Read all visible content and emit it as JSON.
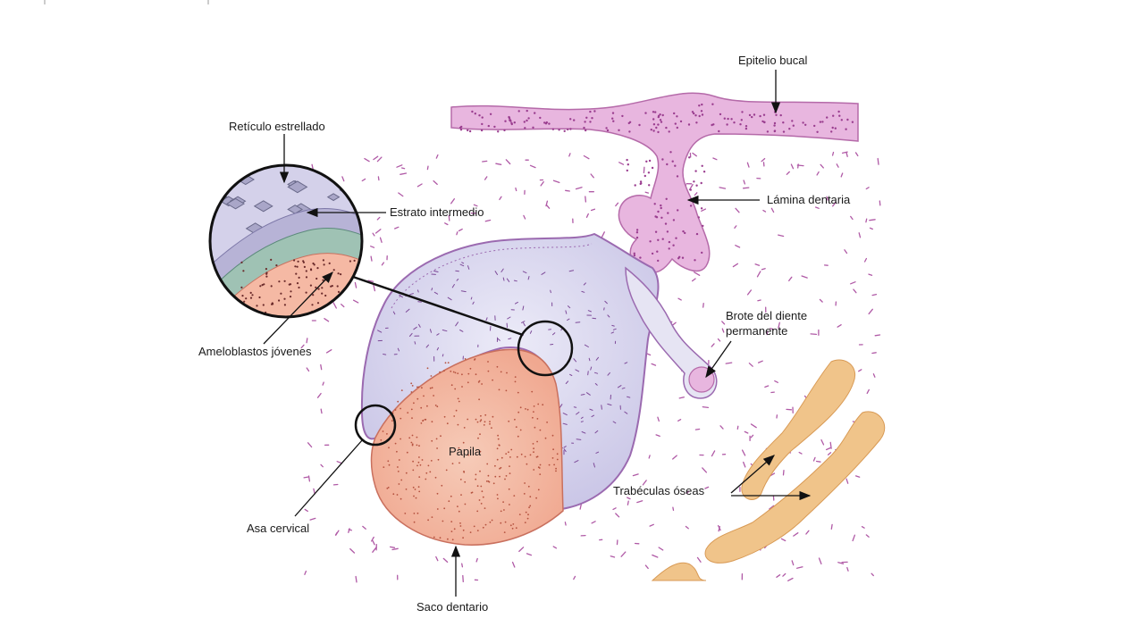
{
  "labels": {
    "epitelio_bucal": "Epitelio bucal",
    "reticulo_estrellado": "Retículo estrellado",
    "estrato_intermedio": "Estrato intermedio",
    "lamina_dentaria": "Lámina dentaria",
    "brote_line1": "Brote del diente",
    "brote_line2": "permanente",
    "ameloblastos": "Ameloblastos jóvenes",
    "papila": "Papila",
    "trabeculas": "Trabéculas óseas",
    "asa_cervical": "Asa cervical",
    "saco_dentario": "Saco dentario"
  },
  "colors": {
    "epithelium": "#e8b6df",
    "epithelium_dots": "#9a3d8f",
    "enamel_organ": "#dcd9f0",
    "papilla": "#f3b7a2",
    "bone": "#f0c48a",
    "mesenchyme": "#b05aa6",
    "ink": "#111111"
  },
  "icons": [
    "magnifier-circle",
    "arrow"
  ]
}
